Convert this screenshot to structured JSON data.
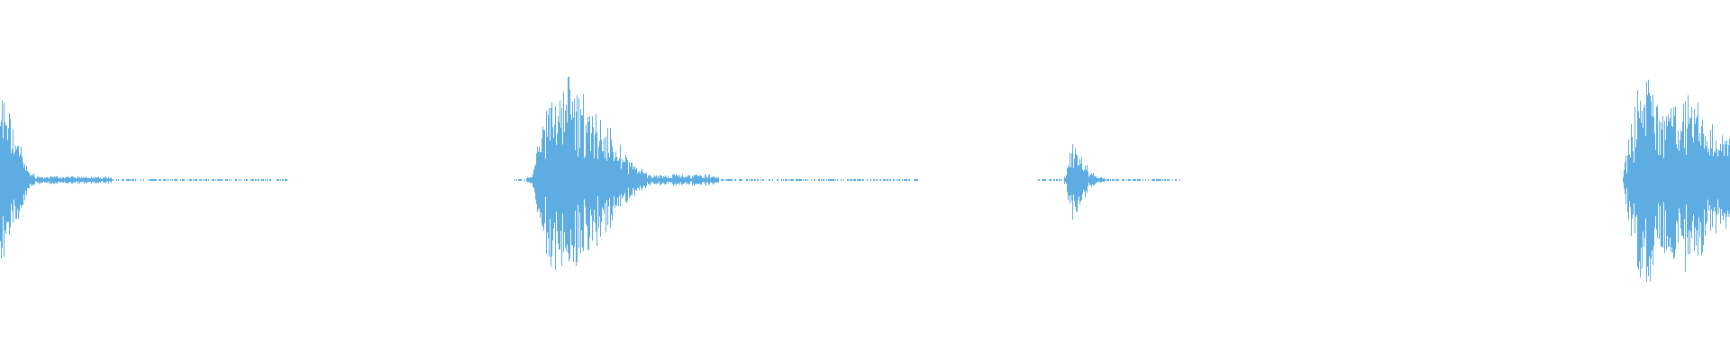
{
  "chart_data": {
    "type": "waveform",
    "title": "",
    "xlabel": "",
    "ylabel": "",
    "ylim": [
      -1,
      1
    ],
    "grid": false,
    "legend": "none",
    "color": "#5dade2",
    "envelope_amplitude": [
      0.46,
      0.35,
      0.22,
      0.06,
      0.02,
      0.02,
      0.02,
      0.02,
      0.02,
      0.02,
      0.02,
      0.02,
      0.02,
      0.01,
      0.01,
      0.01,
      0.01,
      0.01,
      0.01,
      0.01,
      0.01,
      0.01,
      0.01,
      0.01,
      0.01,
      0.01,
      0.01,
      0.01,
      0.01,
      0.01,
      0.01,
      0.01,
      0,
      0,
      0,
      0,
      0,
      0,
      0,
      0,
      0,
      0,
      0,
      0,
      0,
      0,
      0,
      0,
      0,
      0,
      0,
      0,
      0,
      0,
      0,
      0,
      0,
      0,
      0.01,
      0.02,
      0.3,
      0.45,
      0.5,
      0.52,
      0.5,
      0.42,
      0.38,
      0.3,
      0.22,
      0.18,
      0.1,
      0.06,
      0.03,
      0.03,
      0.03,
      0.03,
      0.03,
      0.03,
      0.03,
      0.03,
      0.01,
      0.01,
      0.01,
      0.01,
      0.01,
      0.01,
      0.01,
      0.01,
      0.01,
      0.01,
      0.01,
      0.01,
      0.01,
      0.01,
      0.01,
      0.01,
      0.01,
      0.01,
      0.01,
      0.01,
      0.01,
      0.01,
      0,
      0,
      0,
      0,
      0,
      0,
      0,
      0,
      0,
      0,
      0,
      0,
      0,
      0,
      0.01,
      0.01,
      0.005,
      0.2,
      0.12,
      0.04,
      0.02,
      0.01,
      0.01,
      0.01,
      0.01,
      0.01,
      0.01,
      0.01,
      0.01,
      0,
      0,
      0,
      0,
      0,
      0,
      0,
      0,
      0,
      0,
      0,
      0,
      0,
      0,
      0,
      0,
      0,
      0,
      0,
      0,
      0,
      0,
      0,
      0,
      0,
      0,
      0,
      0,
      0,
      0,
      0,
      0,
      0,
      0,
      0,
      0,
      0,
      0,
      0,
      0,
      0,
      0,
      0,
      0,
      0,
      0,
      0,
      0,
      0,
      0,
      0.3,
      0.5,
      0.56,
      0.5,
      0.4,
      0.5,
      0.45,
      0.4,
      0.38,
      0.3,
      0.25
    ]
  }
}
